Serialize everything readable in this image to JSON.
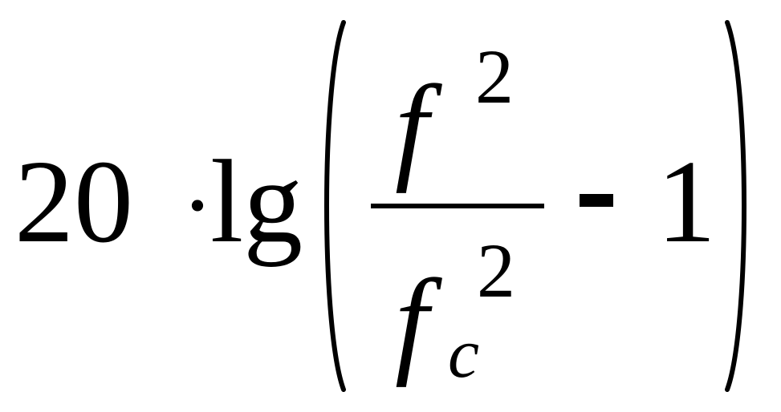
{
  "formula": {
    "coefficient": "20",
    "multiply_sign": "·",
    "function_name": "lg",
    "numerator_variable": "f",
    "numerator_exponent": "2",
    "denominator_variable": "f",
    "denominator_subscript": "c",
    "denominator_exponent": "2",
    "subtrahend": "1"
  }
}
